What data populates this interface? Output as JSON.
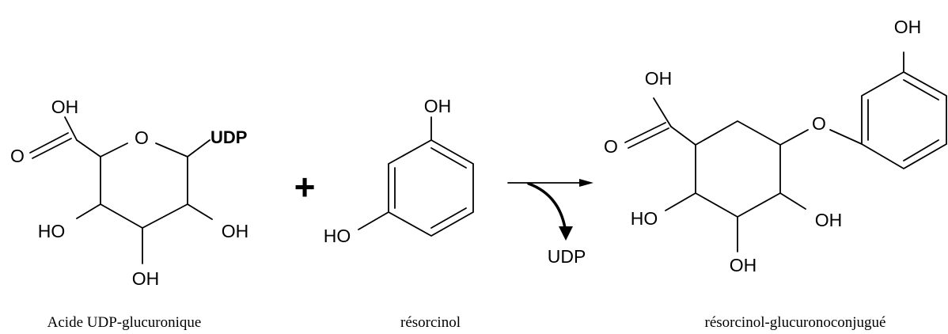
{
  "reaction": {
    "plus": "+",
    "byproduct": "UDP"
  },
  "reactant1": {
    "caption": "Acide UDP-glucuronique",
    "atoms": {
      "carboxyl_oh": "OH",
      "carboxyl_o": "O",
      "ring_o": "O",
      "udp": "UDP",
      "ho_left": "HO",
      "oh_right": "OH",
      "oh_bottom": "OH"
    }
  },
  "reactant2": {
    "caption": "résorcinol",
    "atoms": {
      "oh_top": "OH",
      "ho_left": "HO"
    }
  },
  "product": {
    "caption": "résorcinol-glucuronoconjugué",
    "atoms": {
      "carboxyl_oh": "OH",
      "carboxyl_o": "O",
      "ether_o": "O",
      "phenol_oh": "OH",
      "ho_left": "HO",
      "oh_right": "OH",
      "oh_bottom": "OH"
    }
  }
}
